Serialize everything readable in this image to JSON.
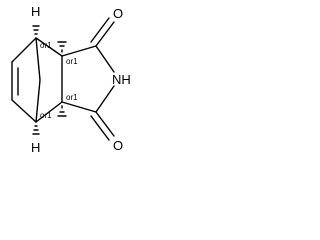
{
  "molecule": {
    "atoms": {
      "h_top": "H",
      "h_bottom": "H",
      "o_top": "O",
      "o_bottom": "O",
      "nh": "NH"
    },
    "stereo_label": "or1"
  }
}
